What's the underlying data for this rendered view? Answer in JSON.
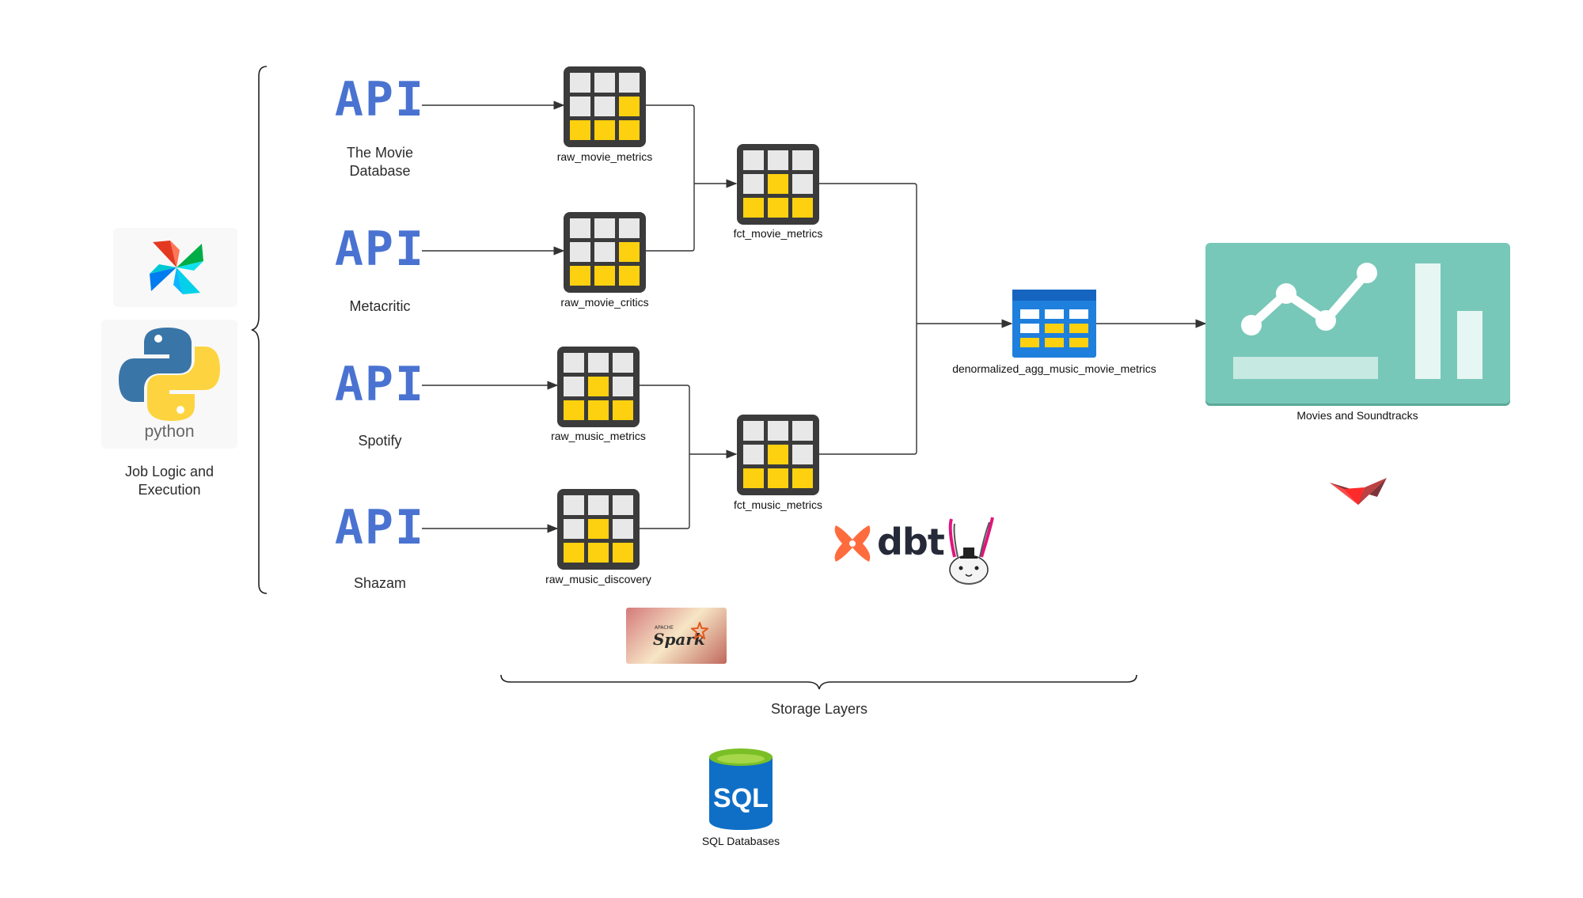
{
  "orchestration": {
    "caption": "Job Logic and\nExecution",
    "python_wordmark": "python"
  },
  "sources": [
    {
      "api_text": "API",
      "label": "The Movie\nDatabase"
    },
    {
      "api_text": "API",
      "label": "Metacritic"
    },
    {
      "api_text": "API",
      "label": "Spotify"
    },
    {
      "api_text": "API",
      "label": "Shazam"
    }
  ],
  "raw_tables": [
    {
      "label": "raw_movie_metrics"
    },
    {
      "label": "raw_movie_critics"
    },
    {
      "label": "raw_music_metrics"
    },
    {
      "label": "raw_music_discovery"
    }
  ],
  "fact_tables": [
    {
      "label": "fct_movie_metrics"
    },
    {
      "label": "fct_music_metrics"
    }
  ],
  "aggregate": {
    "label": "denormalized_agg_music_movie_metrics"
  },
  "dashboard": {
    "label": "Movies and Soundtracks"
  },
  "tools": {
    "dbt_text": "dbt",
    "spark_text": "Spark",
    "spark_small": "APACHE",
    "sql_text": "SQL"
  },
  "storage": {
    "label": "Storage Layers"
  },
  "database": {
    "label": "SQL Databases"
  },
  "colors": {
    "api_blue": "#4a73d1",
    "table_dark": "#3b3b3b",
    "cell_yellow": "#fdd10f",
    "cell_grey": "#e8e8e8",
    "agg_blue": "#1f7fdc",
    "dashboard_teal": "#78c8b9",
    "dbt_orange": "#fe6c3e",
    "streamlit_red": "#ff4b4b"
  }
}
